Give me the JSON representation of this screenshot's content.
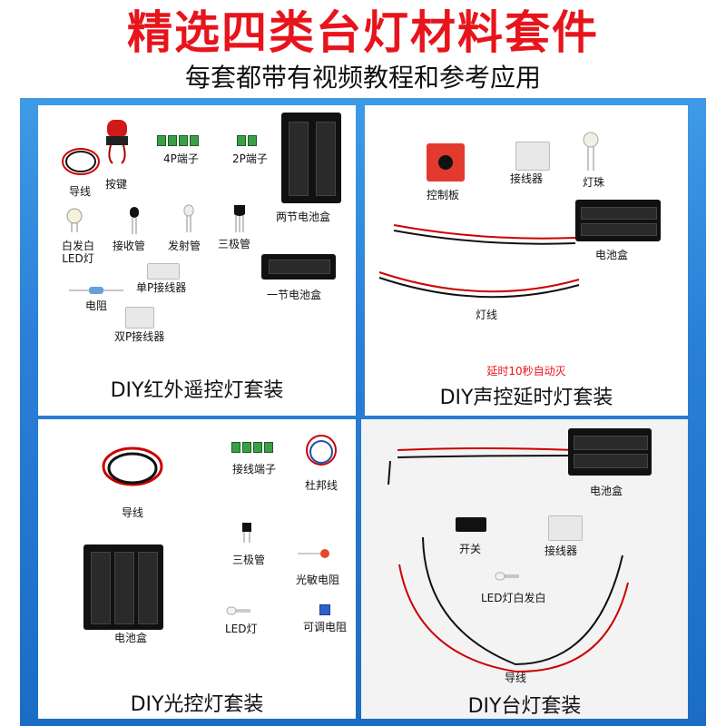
{
  "header": {
    "title": "精选四类台灯材料套件",
    "subtitle": "每套都带有视频教程和参考应用"
  },
  "kits": {
    "ir": {
      "name": "DIY红外遥控灯套装",
      "labels": {
        "wire": "导线",
        "button": "按键",
        "term4p": "4P端子",
        "term2p": "2P端子",
        "battery2": "两节电池盒",
        "white_led": "白发白\nLED灯",
        "receiver": "接收管",
        "emitter": "发射管",
        "transistor": "三极管",
        "single_conn": "单P接线器",
        "battery1": "一节电池盒",
        "resistor": "电阻",
        "double_conn": "双P接线器"
      }
    },
    "sound": {
      "name": "DIY声控延时灯套装",
      "note": "延时10秒自动灭",
      "labels": {
        "board": "控制板",
        "connector": "接线器",
        "bead": "灯珠",
        "battery": "电池盒",
        "lamp_wire": "灯线"
      }
    },
    "light": {
      "name": "DIY光控灯套装",
      "labels": {
        "wire": "导线",
        "terminal": "接线端子",
        "dupont": "杜邦线",
        "transistor": "三极管",
        "photoresistor": "光敏电阻",
        "battery": "电池盒",
        "led": "LED灯",
        "pot": "可调电阻"
      }
    },
    "desk": {
      "name": "DIY台灯套装",
      "labels": {
        "battery": "电池盒",
        "switch": "开关",
        "connector": "接线器",
        "led": "LED灯白发白",
        "wire": "导线"
      }
    }
  },
  "colors": {
    "title_red": "#e8141b",
    "frame_blue": "#2a7fd6",
    "terminal_green": "#2f8f3a",
    "pcb_red": "#e23a2e"
  }
}
